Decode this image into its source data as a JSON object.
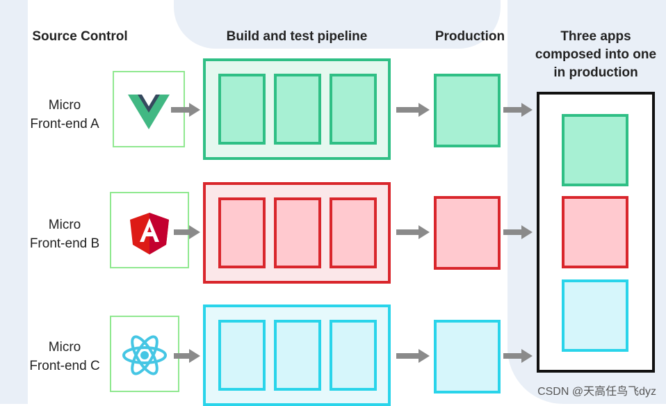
{
  "headings": {
    "source_control": "Source Control",
    "build_pipeline": "Build and test pipeline",
    "production": "Production",
    "composed": [
      "Three apps",
      "composed into one",
      "in production"
    ]
  },
  "rows": [
    {
      "label_line1": "Micro",
      "label_line2": "Front-end A",
      "icon": "vue-logo-icon",
      "accent": "#2fbf85",
      "fill": "#a7f0d3",
      "pipe_fill": "#e4f8ef"
    },
    {
      "label_line1": "Micro",
      "label_line2": "Front-end B",
      "icon": "angular-logo-icon",
      "accent": "#d9262c",
      "fill": "#ffc9cf",
      "pipe_fill": "#fbe7e9"
    },
    {
      "label_line1": "Micro",
      "label_line2": "Front-end C",
      "icon": "react-logo-icon",
      "accent": "#29d4ea",
      "fill": "#d6f6fb",
      "pipe_fill": "#e6f9fc"
    }
  ],
  "watermark": "CSDN @天高任鸟飞dyz"
}
